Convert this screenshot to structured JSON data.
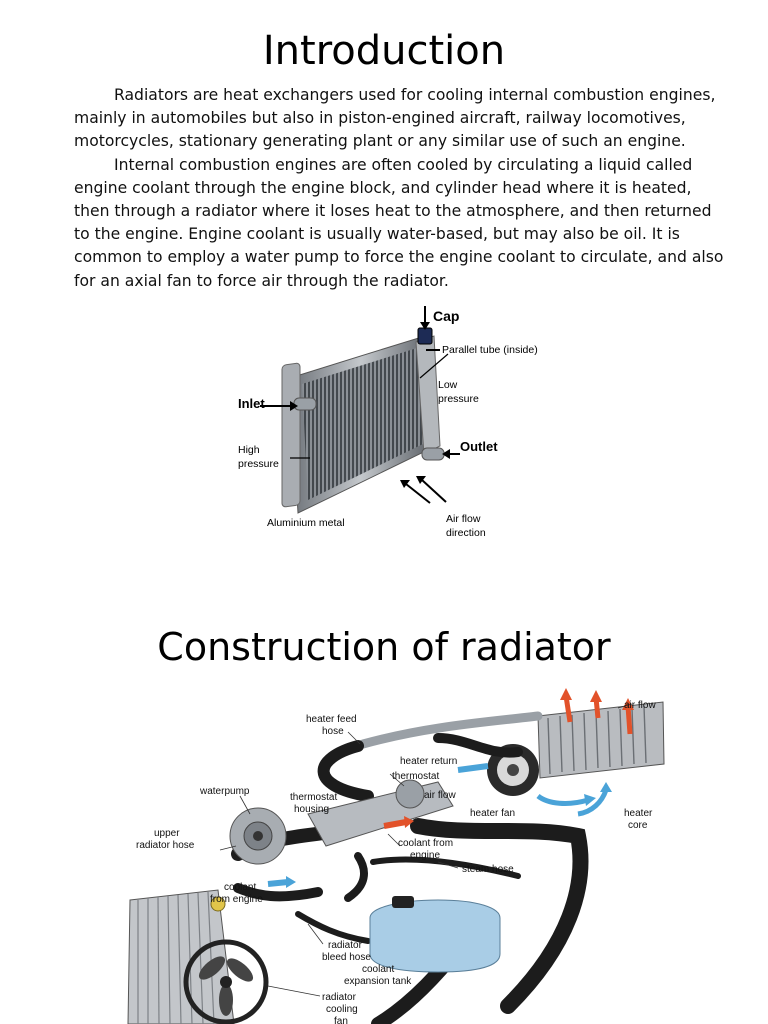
{
  "intro": {
    "heading": "Introduction",
    "paragraphs": [
      "Radiators are heat exchangers used for cooling internal combustion engines, mainly in automobiles but also in piston-engined aircraft, railway locomotives, motorcycles, stationary generating plant or any similar use of such an engine.",
      "Internal combustion engines are often cooled by circulating a liquid called engine coolant through the engine block, and cylinder head where it is heated, then through a radiator where it loses heat to the atmosphere, and then returned to the engine. Engine coolant is usually water-based, but may also be oil. It is common to employ a water pump to force the engine coolant to circulate, and also for an axial fan to force air through the radiator."
    ]
  },
  "figure1": {
    "labels": {
      "cap": "Cap",
      "parallel_tube": "Parallel tube (inside)",
      "low_pressure_1": "Low",
      "low_pressure_2": "pressure",
      "inlet": "Inlet",
      "outlet": "Outlet",
      "high_pressure_1": "High",
      "high_pressure_2": "pressure",
      "aluminium": "Aluminium metal",
      "air_flow_1": "Air flow",
      "air_flow_2": "direction"
    }
  },
  "construction": {
    "heading": "Construction of radiator"
  },
  "figure2": {
    "labels": {
      "heater_feed_1": "heater feed",
      "heater_feed_2": "hose",
      "air_flow_top": "air flow",
      "heater_return": "heater return",
      "thermostat": "thermostat",
      "waterpump": "waterpump",
      "thermostat_housing_1": "thermostat",
      "thermostat_housing_2": "housing",
      "air_flow_mid": "air flow",
      "heater_fan": "heater fan",
      "heater_core_1": "heater",
      "heater_core_2": "core",
      "upper_hose_1": "upper",
      "upper_hose_2": "radiator hose",
      "coolant_from_engine_1": "coolant from",
      "coolant_from_engine_2": "engine",
      "steam_hose": "steam hose",
      "coolant_engine_left_1": "coolant",
      "coolant_engine_left_2": "from engine",
      "bleed_hose_1": "radiator",
      "bleed_hose_2": "bleed hose",
      "expansion_tank_1": "coolant",
      "expansion_tank_2": "expansion tank",
      "cooling_fan_1": "radiator",
      "cooling_fan_2": "cooling",
      "cooling_fan_3": "fan"
    }
  },
  "colors": {
    "hose": "#1c1c1c",
    "metal": "#b9bcc0",
    "tank": "#a9cde6",
    "air_arrow_hot": "#e2522a",
    "air_arrow_cool": "#4aa3d8"
  }
}
